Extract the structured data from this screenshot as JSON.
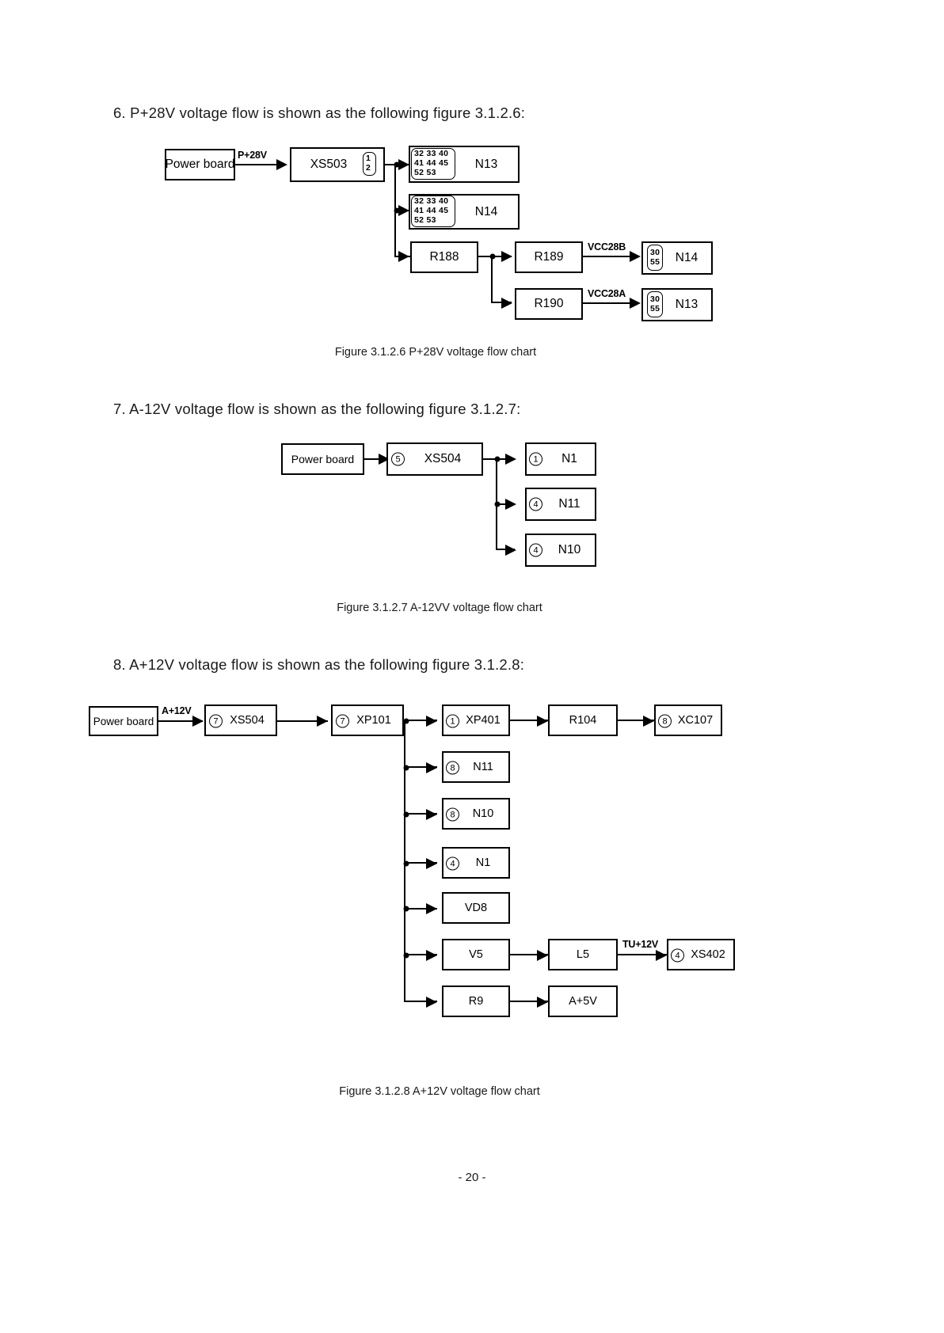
{
  "page": {
    "number_label": "- 20 -"
  },
  "sections": [
    {
      "heading": "6. P+28V voltage flow is shown as the following figure 3.1.2.6:",
      "caption": "Figure 3.1.2.6 P+28V voltage flow chart",
      "nodes": {
        "power_board": "Power board",
        "xs503": "XS503",
        "n13_top": "N13",
        "n14_top": "N14",
        "r188": "R188",
        "r189": "R189",
        "r190": "R190",
        "n14_right": "N14",
        "n13_right": "N13"
      },
      "pins": {
        "xs503_rows": [
          "1",
          "2"
        ],
        "n13_rows": [
          "32  33 40",
          "41  44 45",
          "52  53"
        ],
        "n14_rows": [
          "32  33 40",
          "41  44 45",
          "52  53"
        ],
        "n14_right_rows": [
          "30",
          "55"
        ],
        "n13_right_rows": [
          "30",
          "55"
        ]
      },
      "signals": {
        "p28v": "P+28V",
        "vcc28b": "VCC28B",
        "vcc28a": "VCC28A"
      }
    },
    {
      "heading": "7. A-12V voltage flow is shown as the following figure 3.1.2.7:",
      "caption": "Figure 3.1.2.7 A-12VV voltage flow chart",
      "nodes": {
        "power_board": "Power board",
        "xs504": "XS504",
        "n1": "N1",
        "n11": "N11",
        "n10": "N10"
      },
      "pins": {
        "xs504": "5",
        "n1": "1",
        "n11": "4",
        "n10": "4"
      }
    },
    {
      "heading": "8. A+12V voltage flow is shown as the following figure 3.1.2.8:",
      "caption": "Figure 3.1.2.8 A+12V voltage flow chart",
      "nodes": {
        "power_board": "Power board",
        "xs504": "XS504",
        "xp101": "XP101",
        "xp401": "XP401",
        "r104": "R104",
        "xc107": "XC107",
        "n11": "N11",
        "n10": "N10",
        "n1": "N1",
        "vd8": "VD8",
        "v5": "V5",
        "l5": "L5",
        "xs402": "XS402",
        "r9": "R9",
        "a5v": "A+5V"
      },
      "pins": {
        "xs504": "7",
        "xp101": "7",
        "xp401": "1",
        "xc107": "8",
        "n11": "8",
        "n10": "8",
        "n1": "4",
        "xs402": "4"
      },
      "signals": {
        "a12v": "A+12V",
        "tu12v": "TU+12V"
      }
    }
  ]
}
